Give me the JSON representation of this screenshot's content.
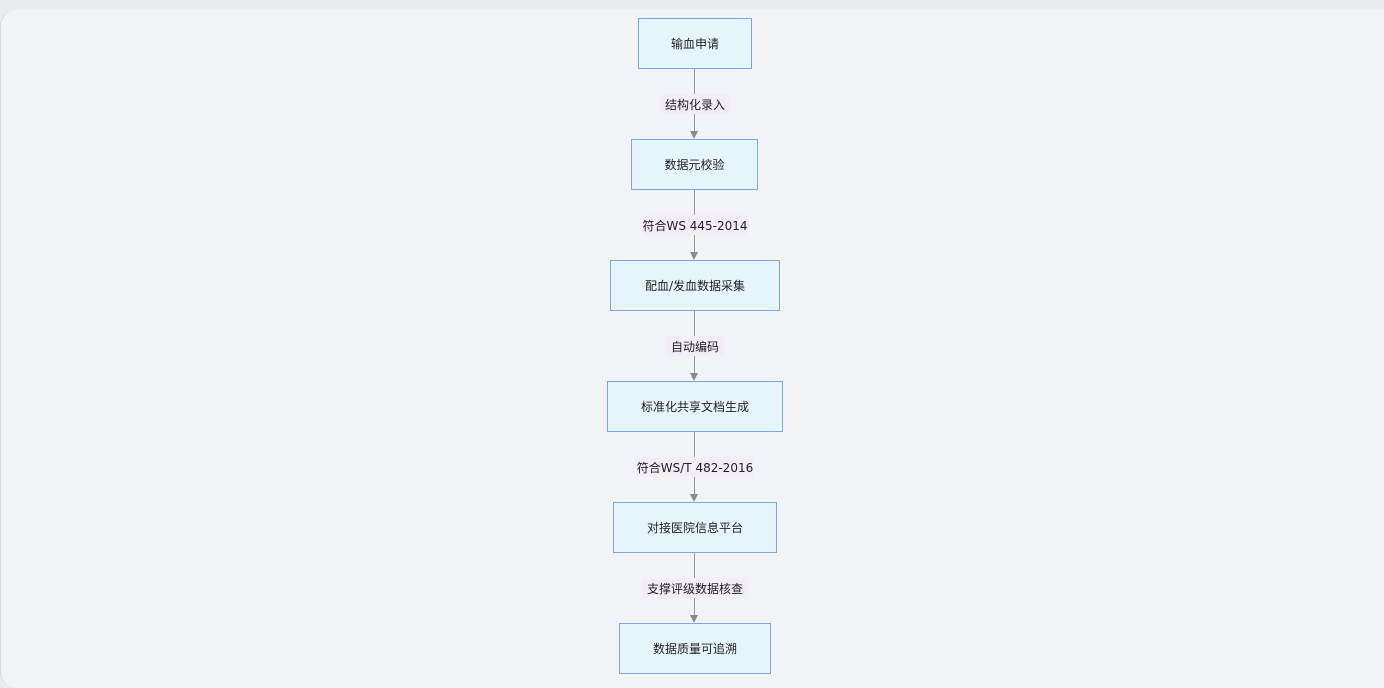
{
  "flowchart": {
    "nodes": [
      {
        "id": "n1",
        "label": "输血申请"
      },
      {
        "id": "n2",
        "label": "数据元校验"
      },
      {
        "id": "n3",
        "label": "配血/发血数据采集"
      },
      {
        "id": "n4",
        "label": "标准化共享文档生成"
      },
      {
        "id": "n5",
        "label": "对接医院信息平台"
      },
      {
        "id": "n6",
        "label": "数据质量可追溯"
      }
    ],
    "edges": [
      {
        "from": "n1",
        "to": "n2",
        "label": "结构化录入"
      },
      {
        "from": "n2",
        "to": "n3",
        "label": "符合WS 445-2014"
      },
      {
        "from": "n3",
        "to": "n4",
        "label": "自动编码"
      },
      {
        "from": "n4",
        "to": "n5",
        "label": "符合WS/T 482-2016"
      },
      {
        "from": "n5",
        "to": "n6",
        "label": "支撑评级数据核查"
      }
    ]
  }
}
